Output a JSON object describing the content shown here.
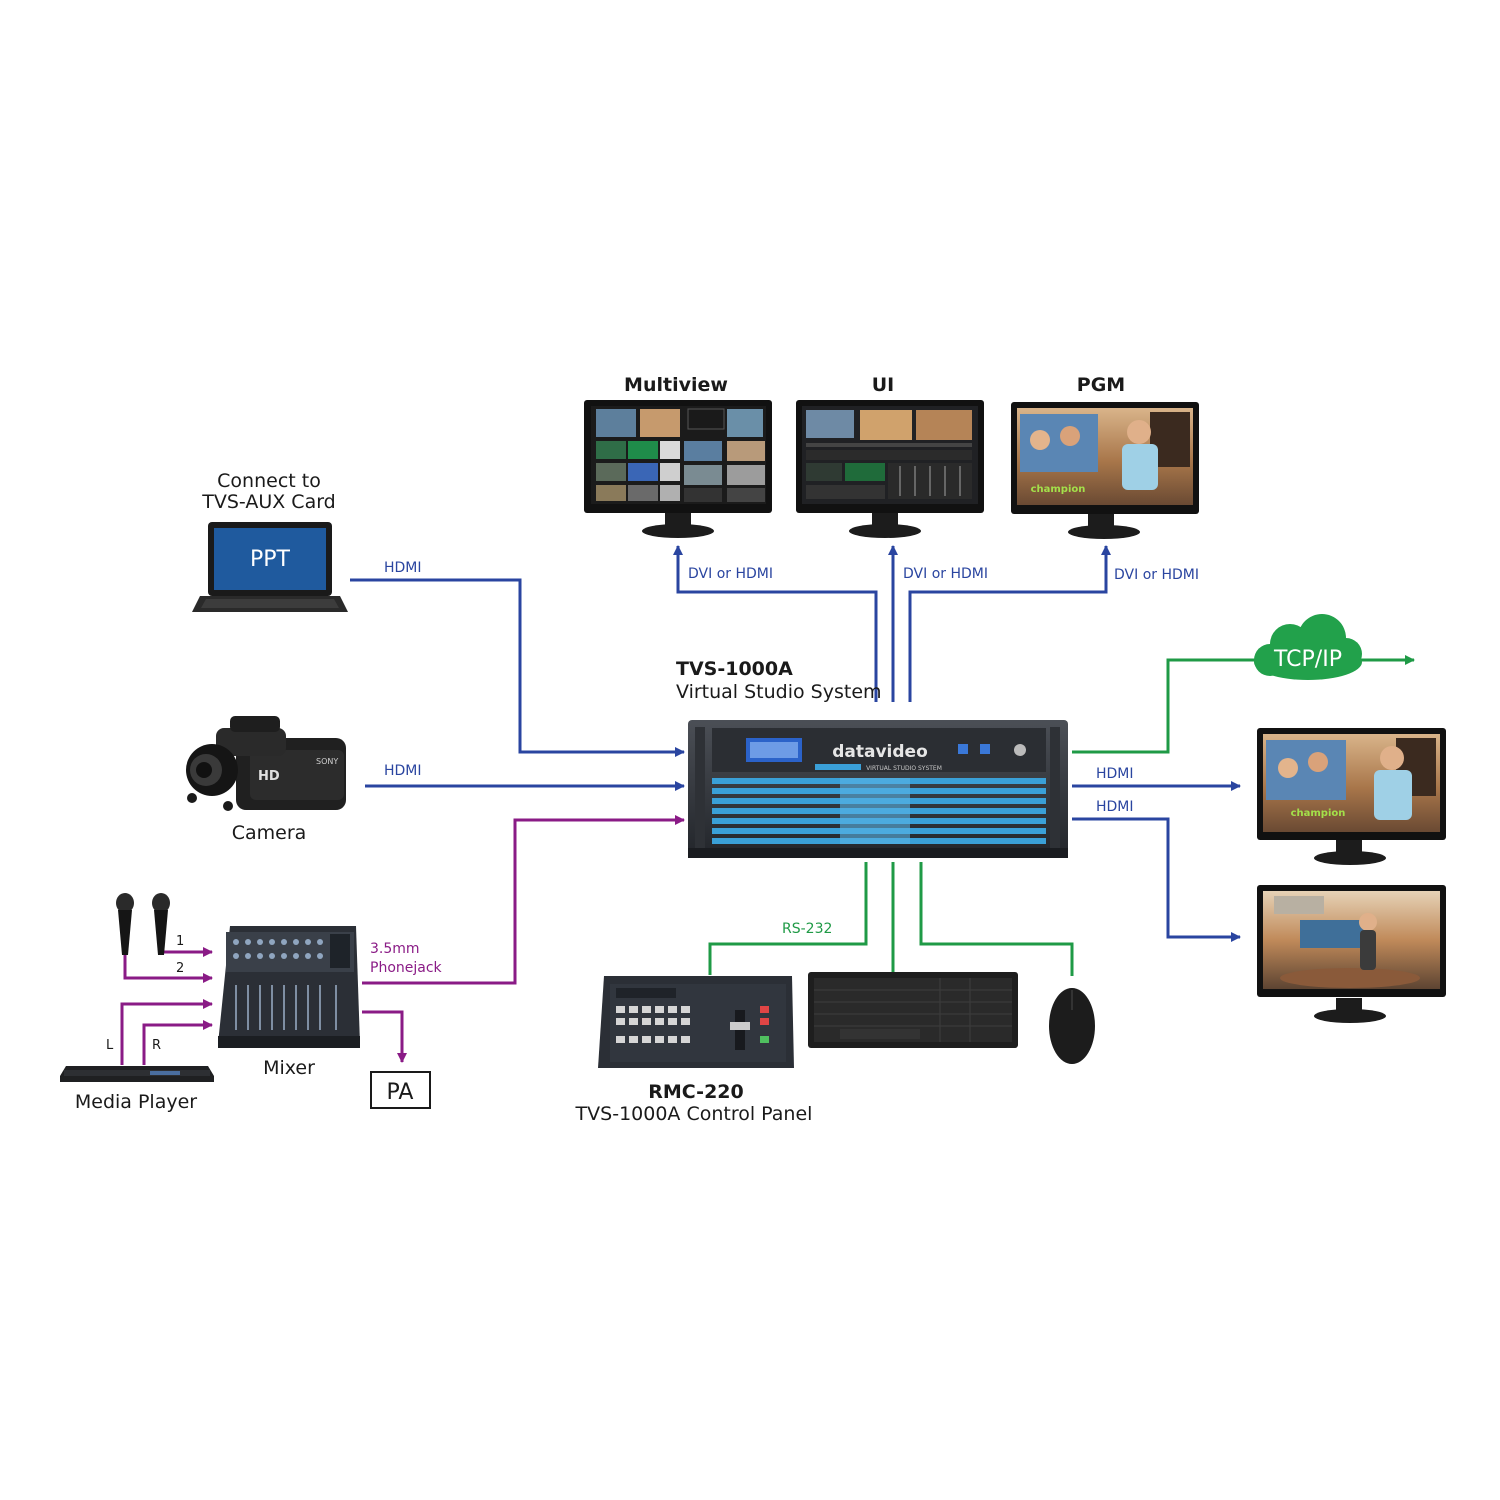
{
  "colors": {
    "blue": "#2a45a0",
    "purple": "#8a1b86",
    "green": "#1f9a46",
    "cloud": "#22a14b",
    "laptop_screen": "#1f5a9e",
    "chassis_blue": "#3aa0d8"
  },
  "monitors_top": {
    "multiview": {
      "title": "Multiview",
      "link": "DVI or HDMI"
    },
    "ui": {
      "title": "UI",
      "link": "DVI or HDMI"
    },
    "pgm": {
      "title": "PGM",
      "link": "DVI or HDMI"
    }
  },
  "laptop": {
    "caption_line1": "Connect to",
    "caption_line2": "TVS-AUX Card",
    "screen_text": "PPT",
    "link": "HDMI"
  },
  "camera": {
    "caption": "Camera",
    "brand": "SONY",
    "badge": "HD",
    "link": "HDMI"
  },
  "mixer": {
    "caption": "Mixer",
    "link_line1": "3.5mm",
    "link_line2": "Phonejack",
    "mic_input_1": "1",
    "mic_input_2": "2"
  },
  "media_player": {
    "caption": "Media Player",
    "left": "L",
    "right": "R"
  },
  "pa": {
    "label": "PA"
  },
  "main_unit": {
    "model": "TVS-1000A",
    "subtitle": "Virtual Studio System",
    "brand": "datavideo",
    "panel_text": "VIRTUAL STUDIO SYSTEM"
  },
  "network": {
    "label": "TCP/IP"
  },
  "outputs": {
    "hdmi_1": "HDMI",
    "hdmi_2": "HDMI"
  },
  "control_panel": {
    "model": "RMC-220",
    "subtitle": "TVS-1000A Control Panel",
    "link": "RS-232"
  }
}
